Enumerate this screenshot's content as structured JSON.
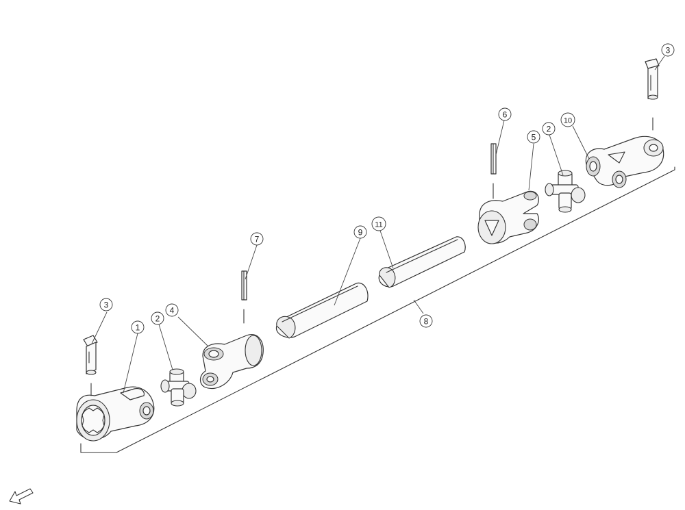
{
  "reference_code": "",
  "callouts": [
    {
      "id": "c3-top",
      "label": "3"
    },
    {
      "id": "c6",
      "label": "6"
    },
    {
      "id": "c5",
      "label": "5"
    },
    {
      "id": "c2-right",
      "label": "2"
    },
    {
      "id": "c10",
      "label": "10"
    },
    {
      "id": "c7",
      "label": "7"
    },
    {
      "id": "c9",
      "label": "9"
    },
    {
      "id": "c11",
      "label": "11"
    },
    {
      "id": "c8",
      "label": "8"
    },
    {
      "id": "c3-left",
      "label": "3"
    },
    {
      "id": "c1",
      "label": "1"
    },
    {
      "id": "c2-left",
      "label": "2"
    },
    {
      "id": "c4",
      "label": "4"
    }
  ],
  "icons": {
    "direction": "arrow-pointer-icon"
  }
}
